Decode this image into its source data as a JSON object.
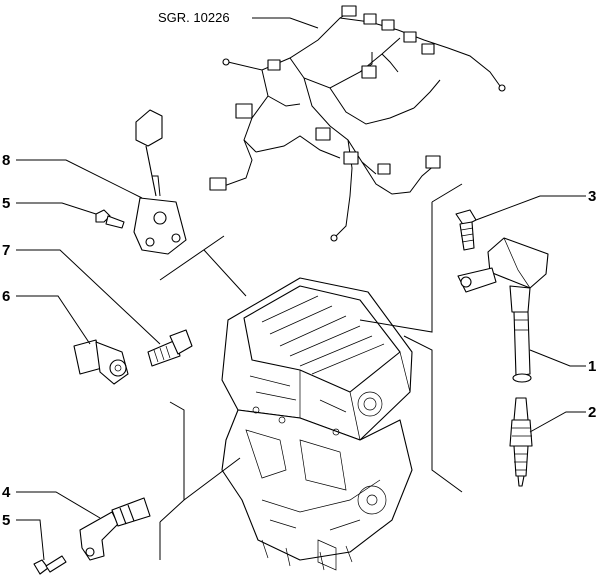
{
  "reference": "SGR. 10226",
  "callouts": {
    "c1": "1",
    "c2": "2",
    "c3": "3",
    "c4": "4",
    "c5a": "5",
    "c5b": "5",
    "c6": "6",
    "c7": "7",
    "c8": "8"
  }
}
